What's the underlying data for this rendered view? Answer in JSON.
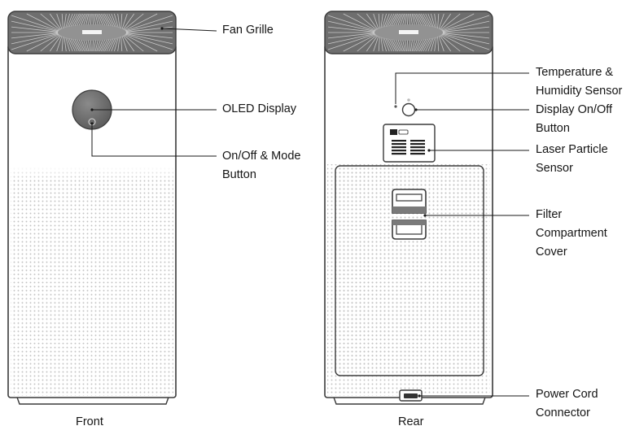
{
  "front": {
    "caption": "Front",
    "callouts": {
      "fan_grille": "Fan Grille",
      "oled_display": "OLED Display",
      "power_mode_button": [
        "On/Off & Mode",
        "Button"
      ]
    }
  },
  "rear": {
    "caption": "Rear",
    "callouts": {
      "temp_humidity_sensor": [
        "Temperature &",
        "Humidity Sensor"
      ],
      "display_button": [
        "Display On/Off",
        "Button"
      ],
      "laser_sensor": [
        "Laser Particle",
        "Sensor"
      ],
      "filter_cover": [
        "Filter",
        "Compartment",
        "Cover"
      ],
      "power_connector": [
        "Power Cord",
        "Connector"
      ]
    }
  },
  "colors": {
    "outline": "#3a3a3a",
    "grille_dark": "#6a6a6a",
    "grille_light": "#bdbdbd",
    "mesh_dot": "#c4c4c4",
    "leader": "#1a1a1a"
  }
}
